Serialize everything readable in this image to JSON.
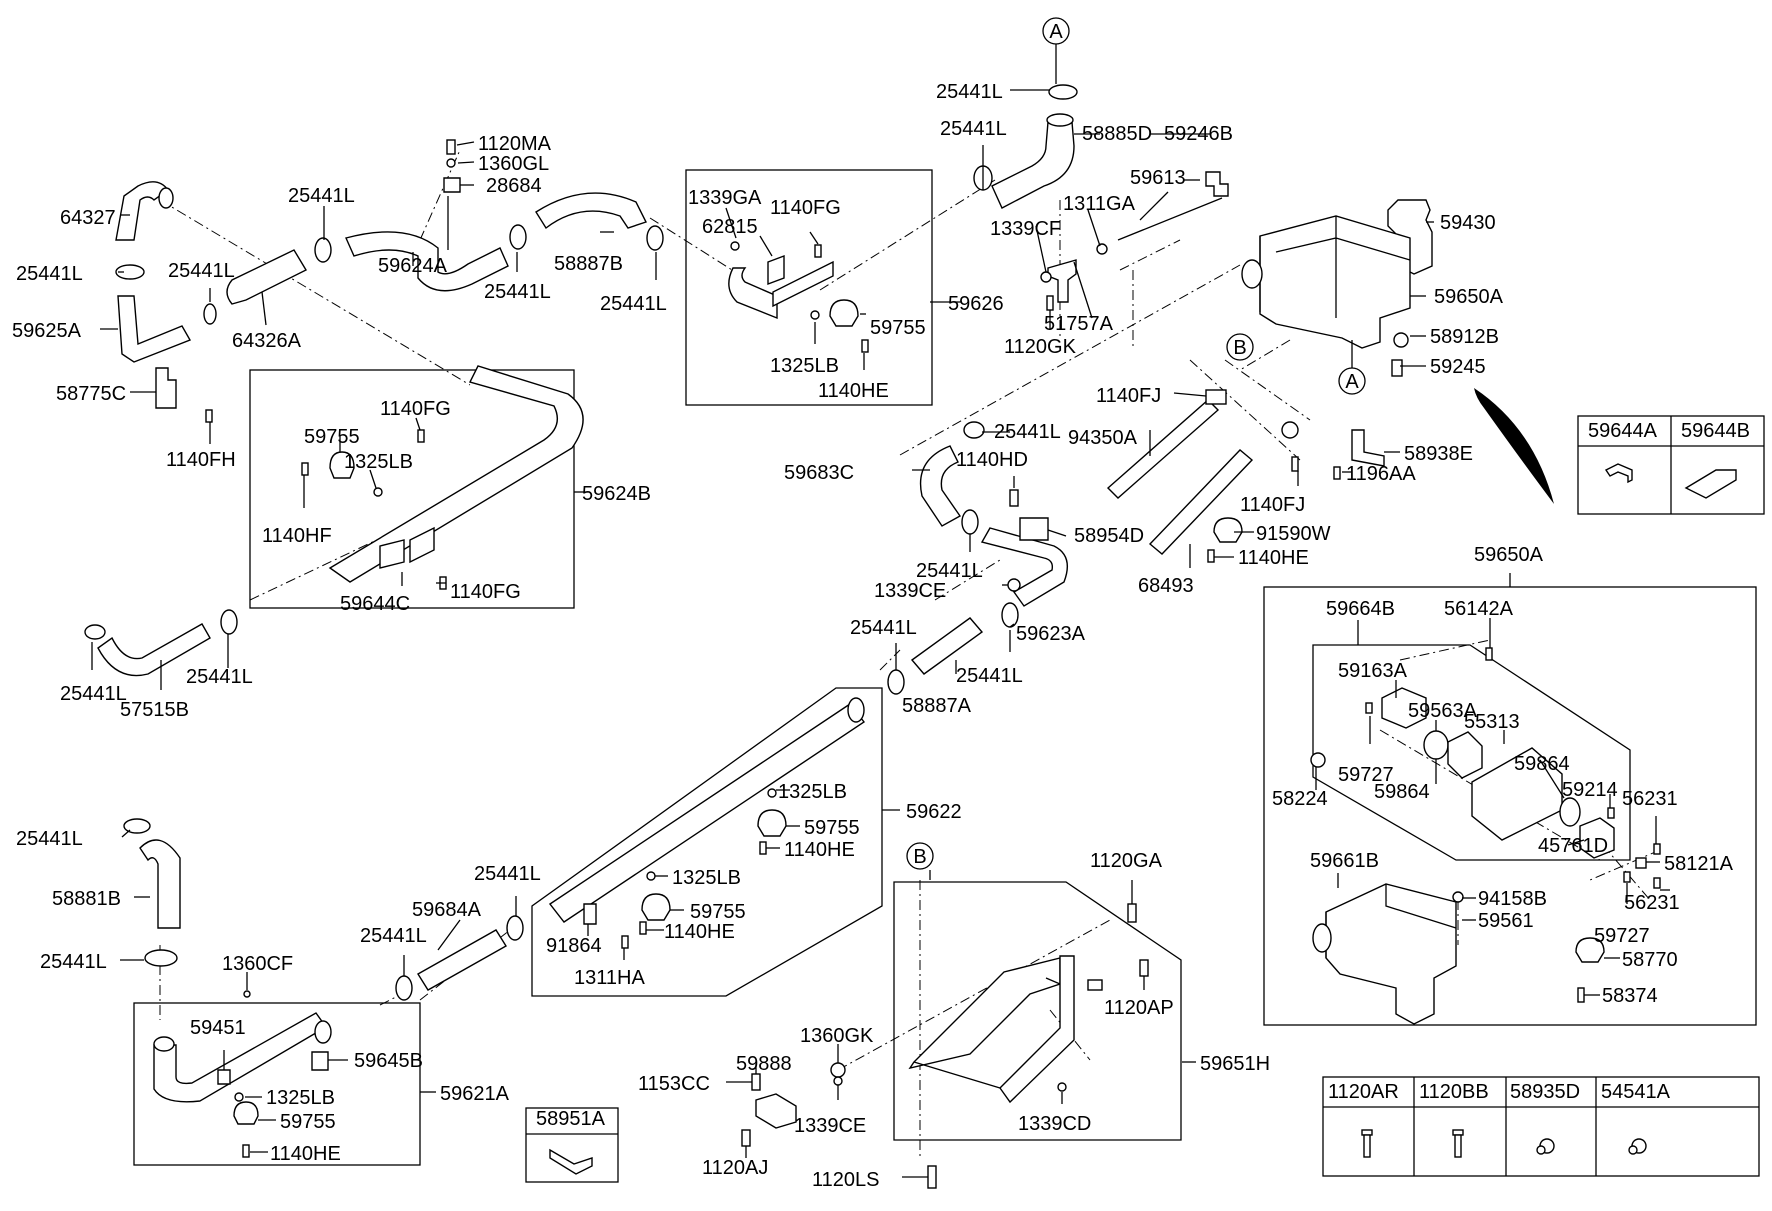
{
  "labels": [
    "A",
    "25441L",
    "58885D",
    "59246B",
    "59613",
    "59430",
    "1311GA",
    "1339CF",
    "51757A",
    "1120GK",
    "59650A",
    "58912B",
    "59245",
    "B",
    "A",
    "1120MA",
    "1360GL",
    "28684",
    "25441L",
    "59624A",
    "25441L",
    "58887B",
    "25441L",
    "1339GA",
    "62815",
    "1140FG",
    "59755",
    "1325LB",
    "1140HE",
    "59626",
    "25441L",
    "64327",
    "25441L",
    "59625A",
    "25441L",
    "64326A",
    "58775C",
    "1140FH",
    "1140FG",
    "59755",
    "1325LB",
    "1140HF",
    "59624B",
    "59644C",
    "1140FG",
    "25441L",
    "25441L",
    "57515B",
    "1140FJ",
    "94350A",
    "25441L",
    "1140HD",
    "59683C",
    "58938E",
    "1140FJ",
    "1196AA",
    "91590W",
    "1140HE",
    "68493",
    "58954D",
    "25441L",
    "1339CE",
    "59623A",
    "25441L",
    "25441L",
    "58887A",
    "1325LB",
    "59755",
    "1140HE",
    "59622",
    "25441L",
    "59684A",
    "25441L",
    "1325LB",
    "59755",
    "1140HE",
    "91864",
    "1311HA",
    "25441L",
    "58881B",
    "25441L",
    "1360CF",
    "59451",
    "59645B",
    "1325LB",
    "59755",
    "1140HE",
    "59621A",
    "B",
    "1120GA",
    "1120AP",
    "59651H",
    "1360GK",
    "1339CE",
    "1339CD",
    "59888",
    "1153CC",
    "1120AJ",
    "1120LS",
    "59650A",
    "59664B",
    "56142A",
    "59163A",
    "59563A",
    "55313",
    "59864",
    "59214",
    "59727",
    "59864",
    "58224",
    "45761D",
    "56231",
    "58121A",
    "56231",
    "59727",
    "59661B",
    "94158B",
    "59561",
    "58770",
    "58374"
  ],
  "tables": {
    "bracket_table": [
      "59644A",
      "59644B"
    ],
    "clip_table": [
      "58951A"
    ],
    "fastener_table": [
      "1120AR",
      "1120BB",
      "58935D",
      "54541A"
    ]
  },
  "callouts": [
    "A",
    "B"
  ]
}
